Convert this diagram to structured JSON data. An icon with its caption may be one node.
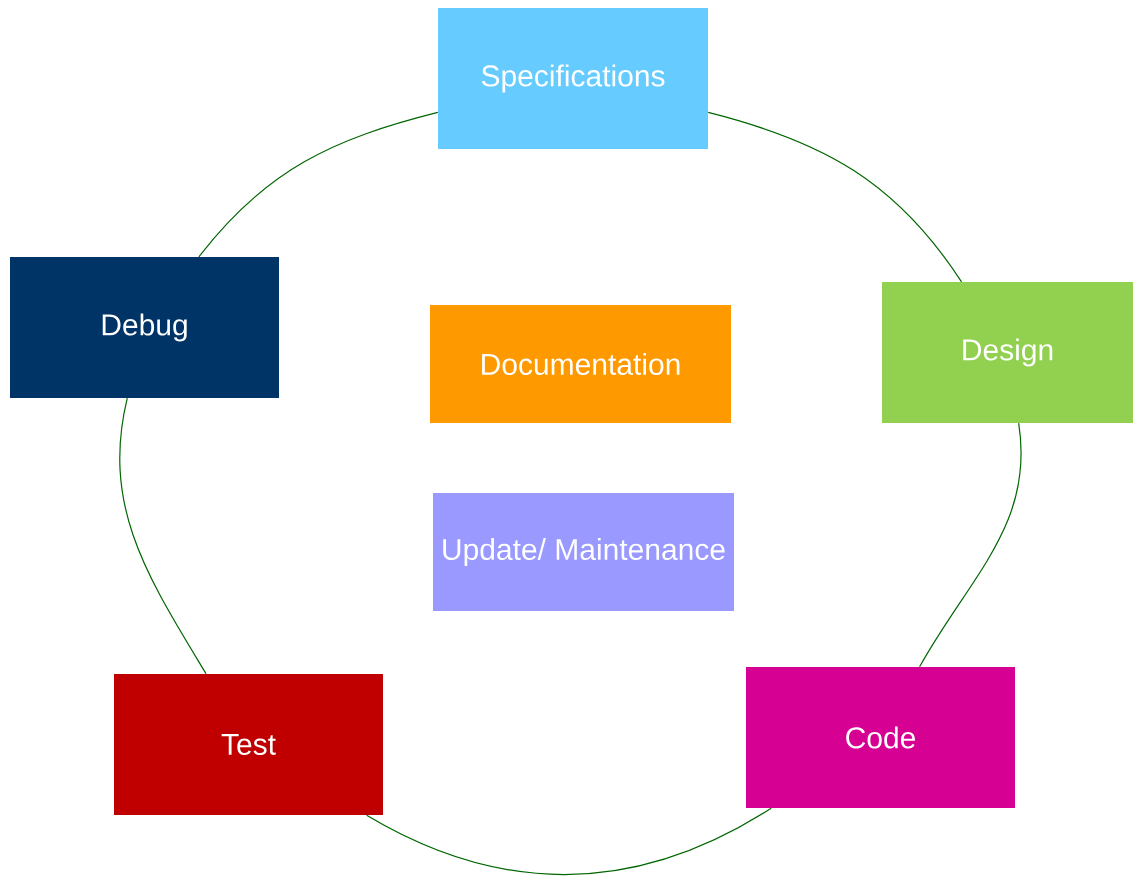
{
  "diagram": {
    "nodes": [
      {
        "text": [
          "Specifications"
        ]
      },
      {
        "text": [
          "Design"
        ]
      },
      {
        "text": [
          "Code"
        ]
      },
      {
        "text": [
          "Test"
        ]
      },
      {
        "text": [
          "Debug"
        ]
      },
      {
        "text": [
          "Documentation"
        ]
      },
      {
        "text": [
          "Update/ Maintenance"
        ]
      }
    ],
    "edges": [
      {
        "from": 0,
        "to": 1,
        "arrow": "none"
      },
      {
        "from": 1,
        "to": 2,
        "arrow": "none"
      },
      {
        "from": 2,
        "to": 3,
        "arrow": "none"
      },
      {
        "from": 3,
        "to": 4,
        "arrow": "none"
      },
      {
        "from": 4,
        "to": 0,
        "arrow": "none"
      }
    ]
  }
}
